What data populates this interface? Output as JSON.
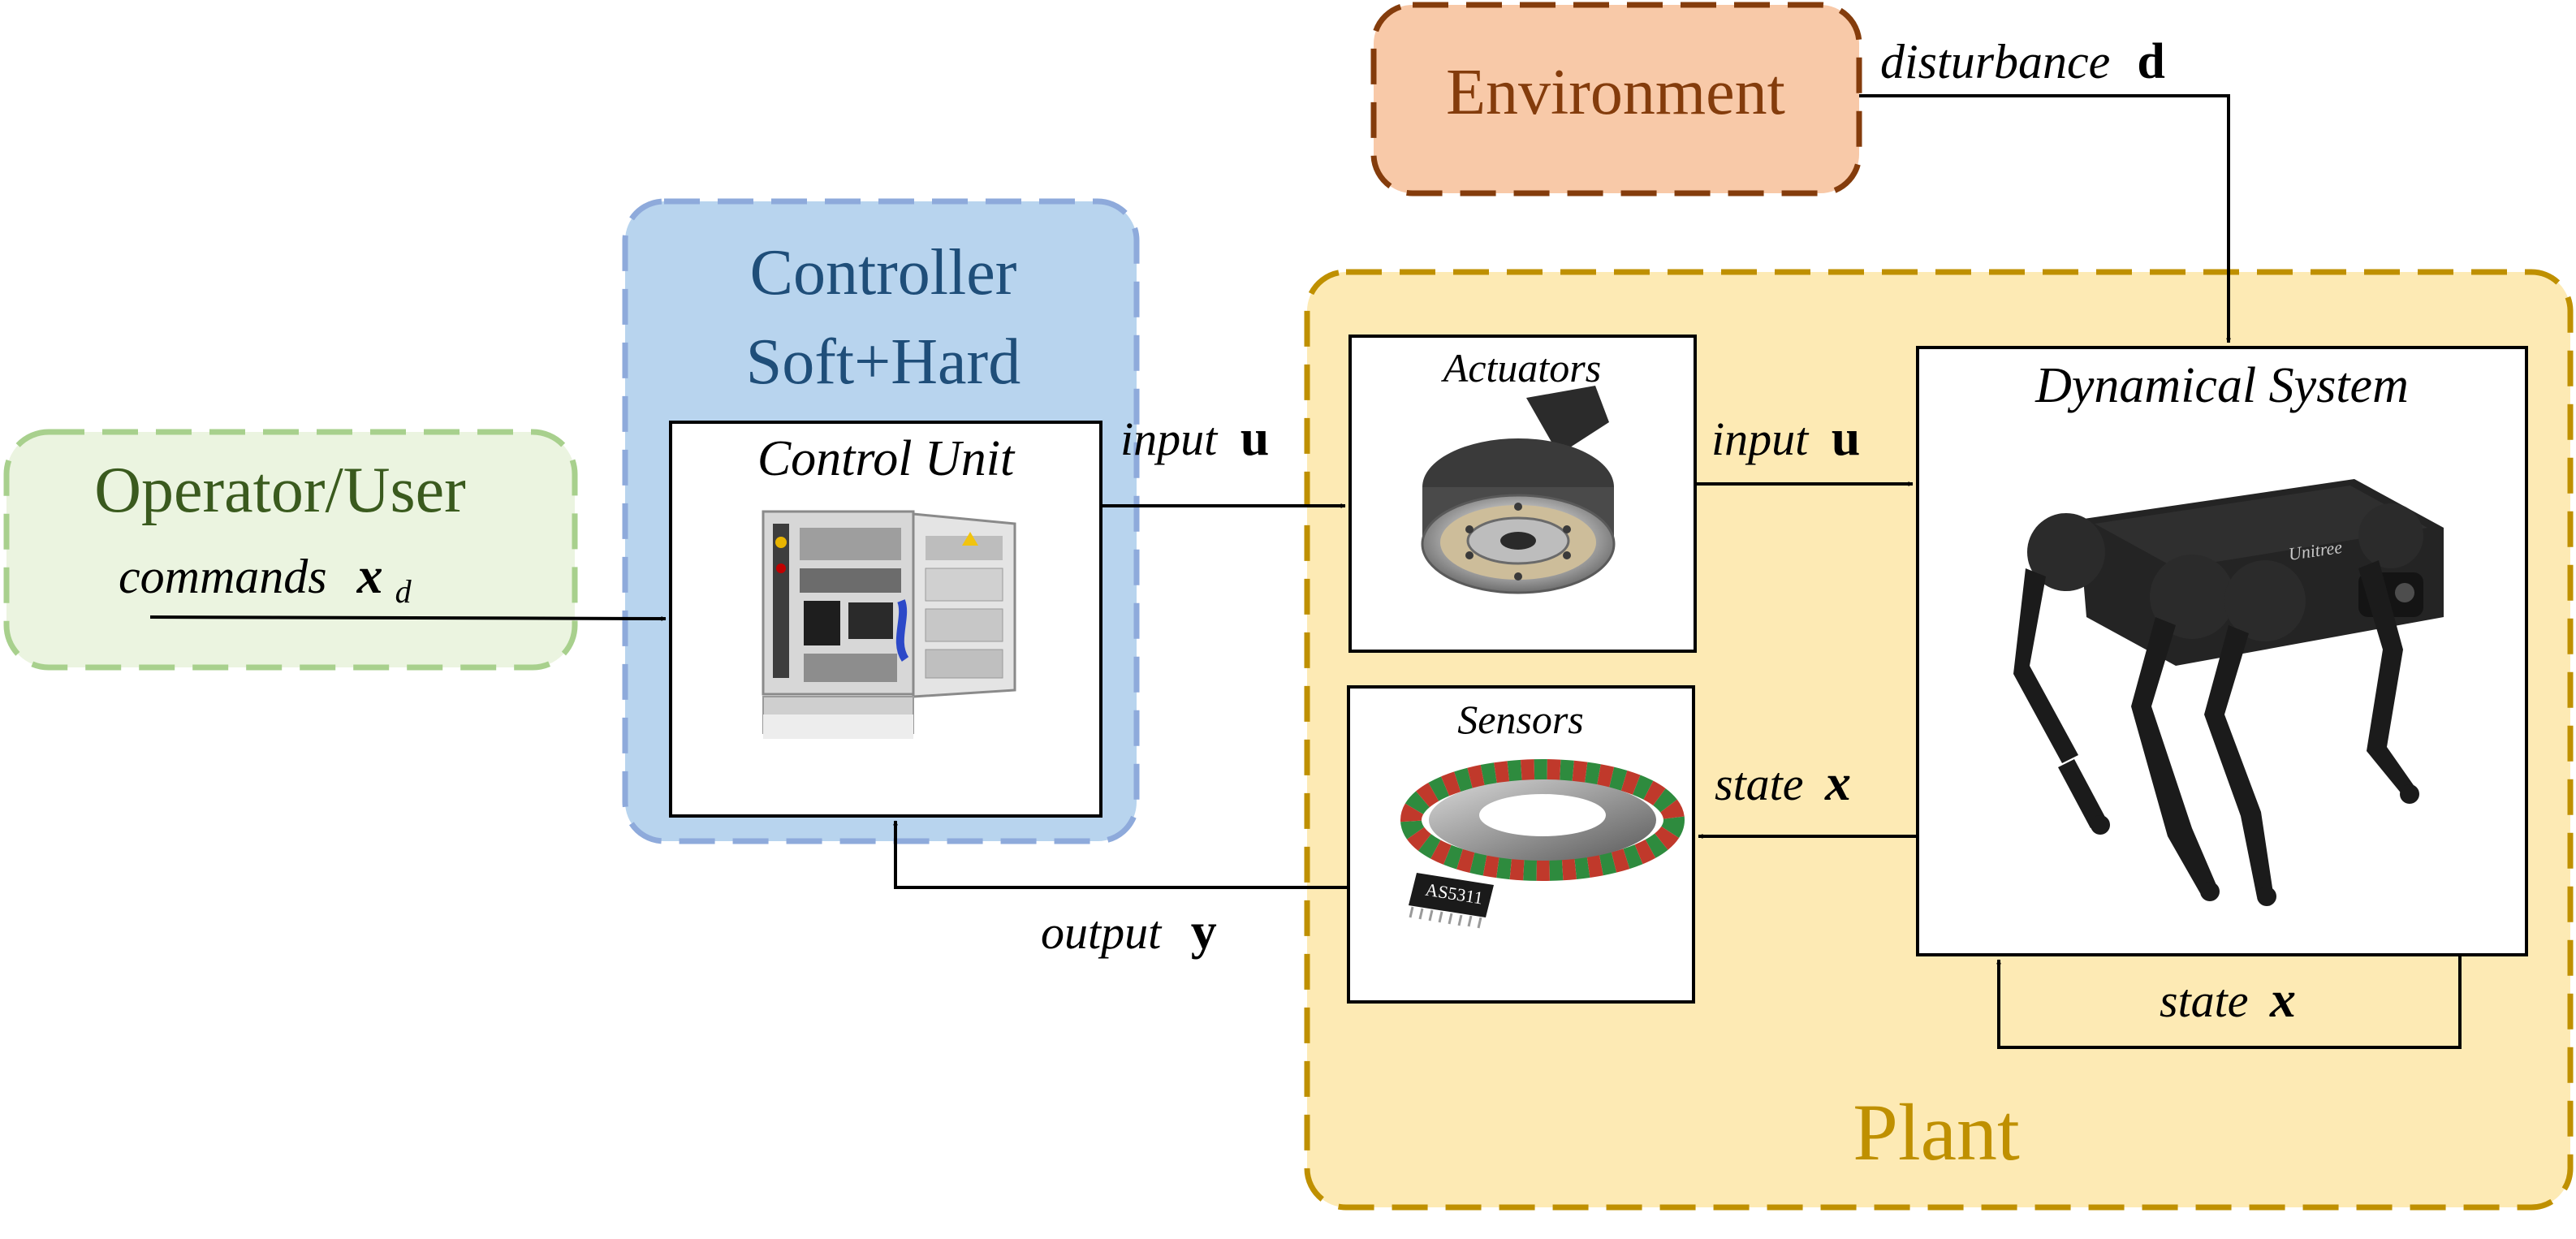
{
  "colors": {
    "operator_fill": "#ebf4e0",
    "operator_stroke": "#a8d08d",
    "operator_text": "#3a5a1e",
    "controller_fill": "#b8d4ee",
    "controller_stroke": "#8eaadb",
    "controller_text": "#1f4e79",
    "environment_fill": "#f8c9a8",
    "environment_stroke": "#843c0c",
    "environment_text": "#843c0c",
    "plant_fill": "#fdeab4",
    "plant_stroke": "#bf9000",
    "plant_text": "#bf9000",
    "line": "#000000"
  },
  "operator": {
    "title": "Operator/User",
    "commands_label": "commands",
    "commands_symbol": "x",
    "commands_subscript": "d"
  },
  "controller": {
    "title_line1": "Controller",
    "title_line2": "Soft+Hard",
    "unit_title": "Control Unit",
    "image_icon": "control-cabinet-image"
  },
  "environment": {
    "title": "Environment",
    "disturbance_label": "disturbance",
    "disturbance_symbol": "d"
  },
  "plant": {
    "title": "Plant",
    "actuators_title": "Actuators",
    "actuators_icon": "motor-actuator-image",
    "sensors_title": "Sensors",
    "sensors_icon": "encoder-sensor-image",
    "sensor_chip_text": "AS5311",
    "dynamical_title": "Dynamical System",
    "robot_icon": "quadruped-robot-image",
    "robot_brand": "Unitree"
  },
  "signals": {
    "input_label": "input",
    "input_symbol": "u",
    "input_label_2": "input",
    "input_symbol_2": "u",
    "state_label": "state",
    "state_symbol": "x",
    "state_label_2": "state",
    "state_symbol_2": "x",
    "output_label": "output",
    "output_symbol": "y"
  }
}
